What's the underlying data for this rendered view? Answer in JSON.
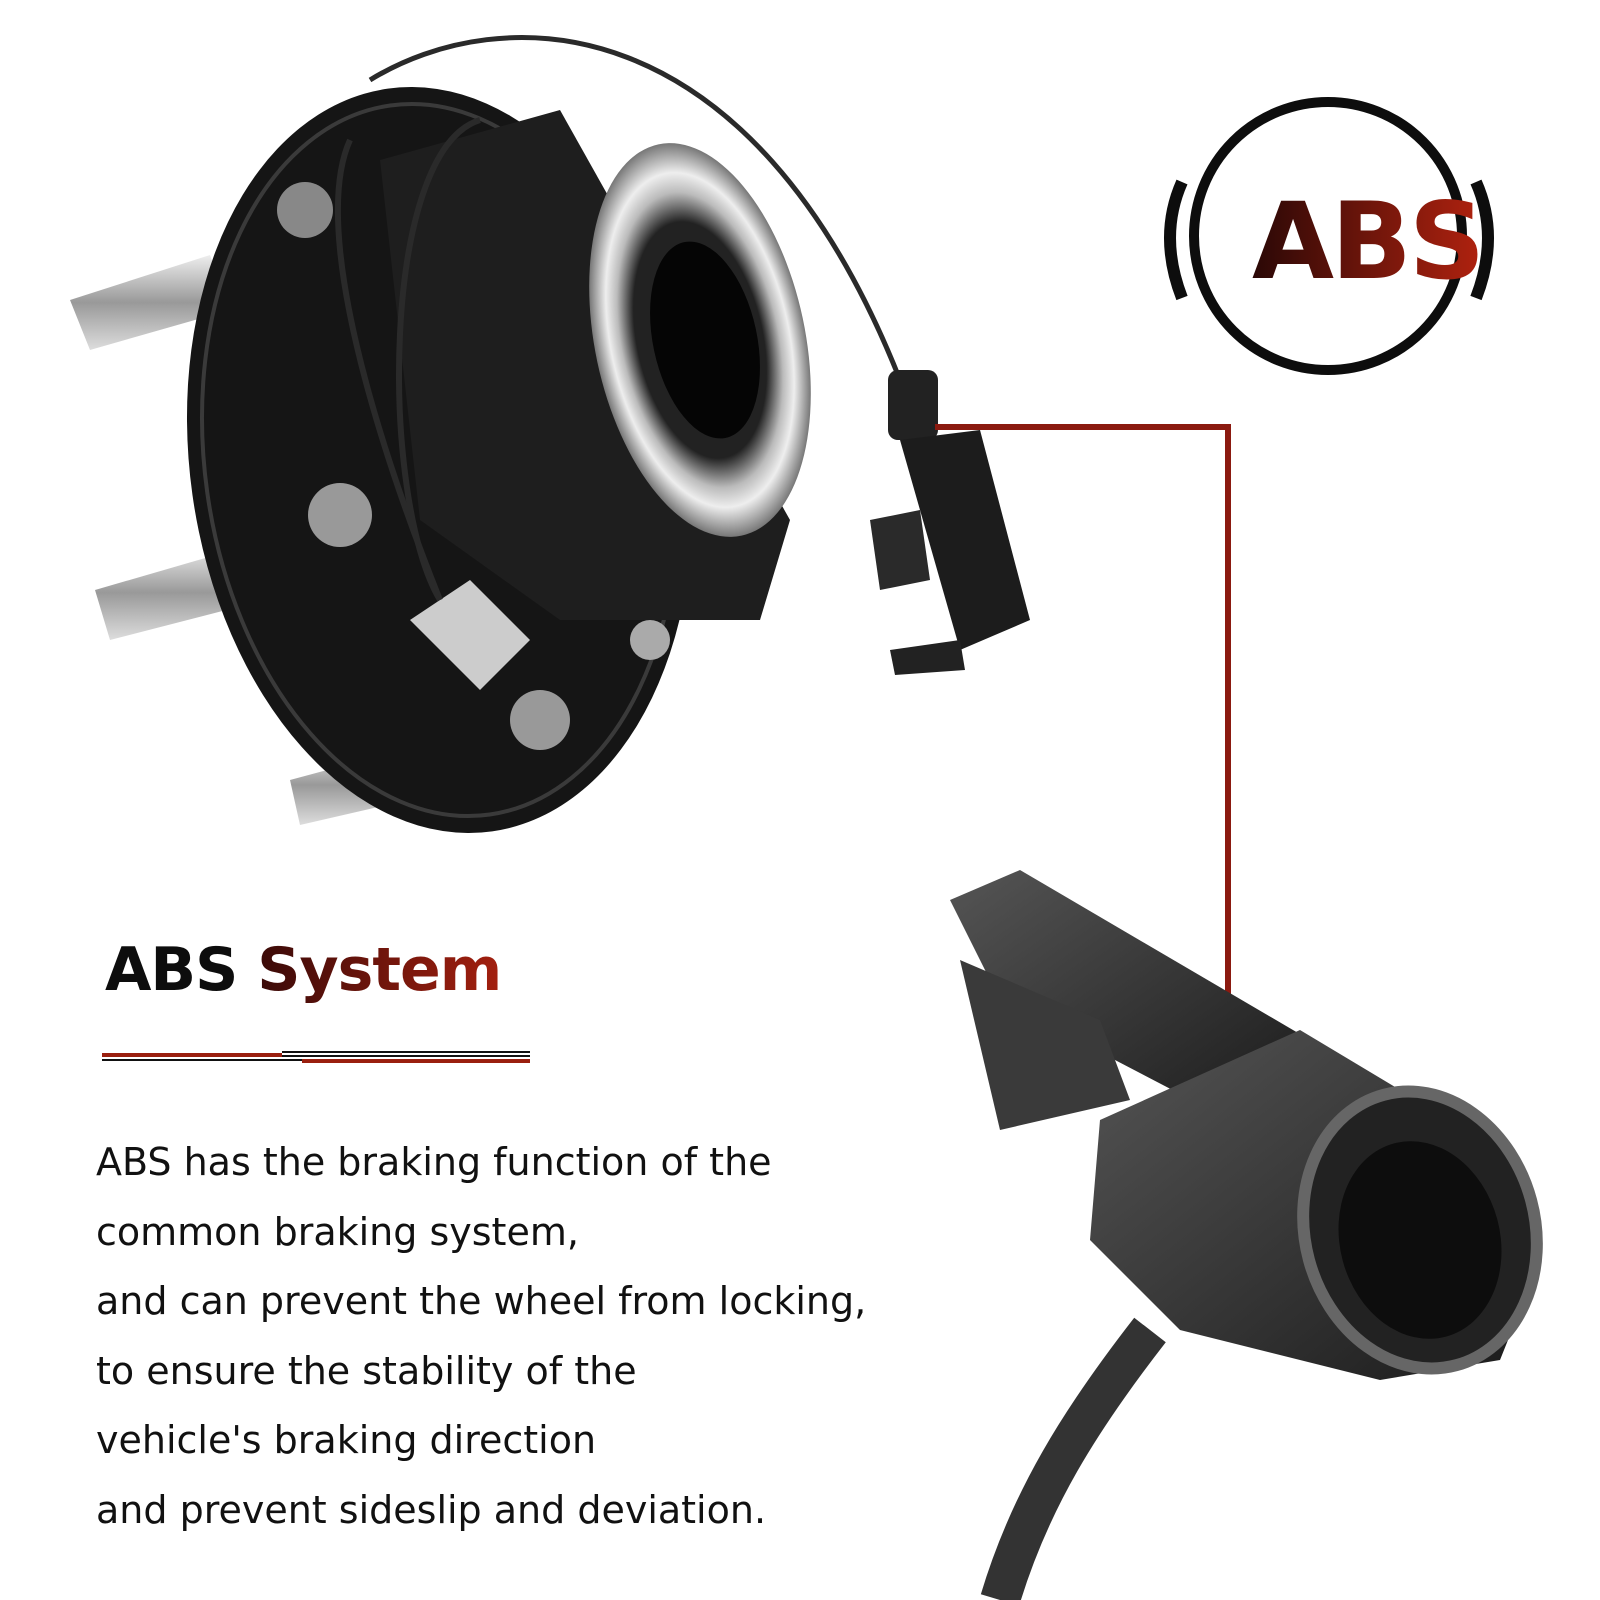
{
  "badge": {
    "label": "ABS"
  },
  "heading": {
    "part1": "ABS",
    "part2": "System"
  },
  "description": [
    "ABS has the braking function of the",
    "common braking system,",
    "and can prevent the wheel from locking,",
    "to ensure the stability of the",
    "vehicle's braking direction",
    "and prevent sideslip and deviation."
  ],
  "colors": {
    "accent": "#a3200f",
    "dark": "#0d0d0d",
    "callout_line": "#8b1a10"
  }
}
